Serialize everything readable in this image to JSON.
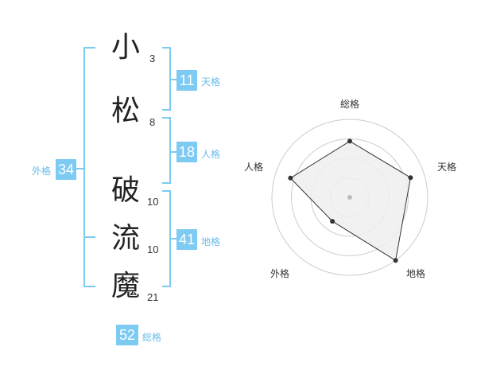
{
  "name_chars": [
    {
      "char": "小",
      "strokes": "3"
    },
    {
      "char": "松",
      "strokes": "8"
    },
    {
      "char": "破",
      "strokes": "10"
    },
    {
      "char": "流",
      "strokes": "10"
    },
    {
      "char": "魔",
      "strokes": "21"
    }
  ],
  "fortunes": {
    "tenkaku": {
      "value": "11",
      "label": "天格"
    },
    "jinkaku": {
      "value": "18",
      "label": "人格"
    },
    "chikaku": {
      "value": "41",
      "label": "地格"
    },
    "gaikaku": {
      "value": "34",
      "label": "外格"
    },
    "soukaku": {
      "value": "52",
      "label": "総格"
    }
  },
  "chart_data": {
    "type": "radar",
    "axes": [
      "総格",
      "天格",
      "地格",
      "外格",
      "人格"
    ],
    "values": [
      0.72,
      0.82,
      1.0,
      0.38,
      0.8
    ],
    "rings": 4,
    "colors": {
      "fill": "#eeeeee",
      "line": "#333333",
      "ring": "#cccccc",
      "accent": "#7dcaf3"
    }
  }
}
